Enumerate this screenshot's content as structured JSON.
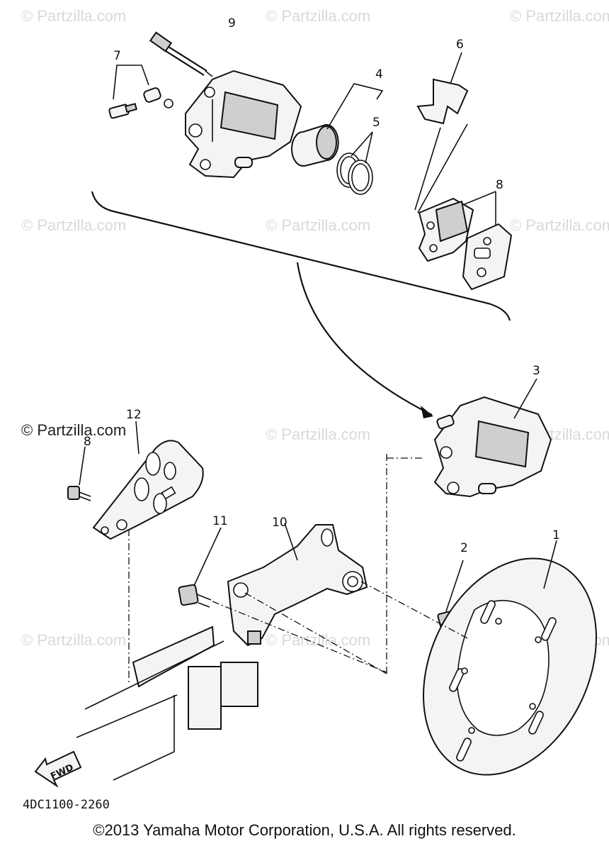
{
  "watermark": {
    "text": "© Partzilla.com",
    "dark_text": "© Partzilla.com"
  },
  "callouts": {
    "c1": "1",
    "c2": "2",
    "c3": "3",
    "c4": "4",
    "c5": "5",
    "c6": "6",
    "c7": "7",
    "c8": "8",
    "c9": "9",
    "c10": "10",
    "c11": "11",
    "c12": "12",
    "c13": "8"
  },
  "fwd_label": "FWD",
  "part_code": "4DC1100-2260",
  "copyright": "©2013 Yamaha Motor Corporation, U.S.A. All rights reserved.",
  "colors": {
    "line": "#111111",
    "watermark": "#d9d9d9",
    "background": "#ffffff"
  }
}
